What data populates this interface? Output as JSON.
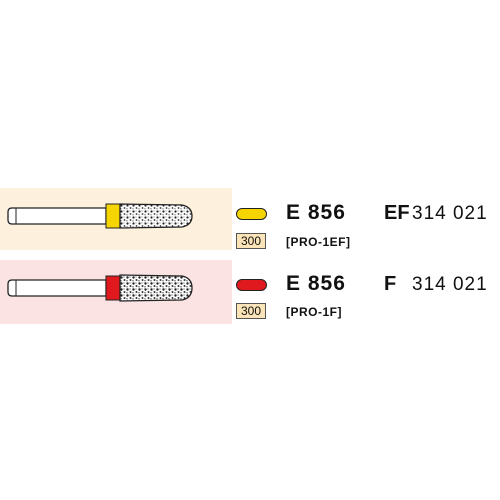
{
  "rows": [
    {
      "band_color": "#fdf1dd",
      "ring_color": "#f6d400",
      "pill_color": "#f6d400",
      "code": "E 856",
      "grit": "EF",
      "ref": "314 021",
      "pack": "300",
      "pro": "[PRO-1EF]"
    },
    {
      "band_color": "#fbe3e3",
      "ring_color": "#e0191e",
      "pill_color": "#e0191e",
      "code": "E 856",
      "grit": "F",
      "ref": "314 021",
      "pack": "300",
      "pro": "[PRO-1F]"
    }
  ]
}
